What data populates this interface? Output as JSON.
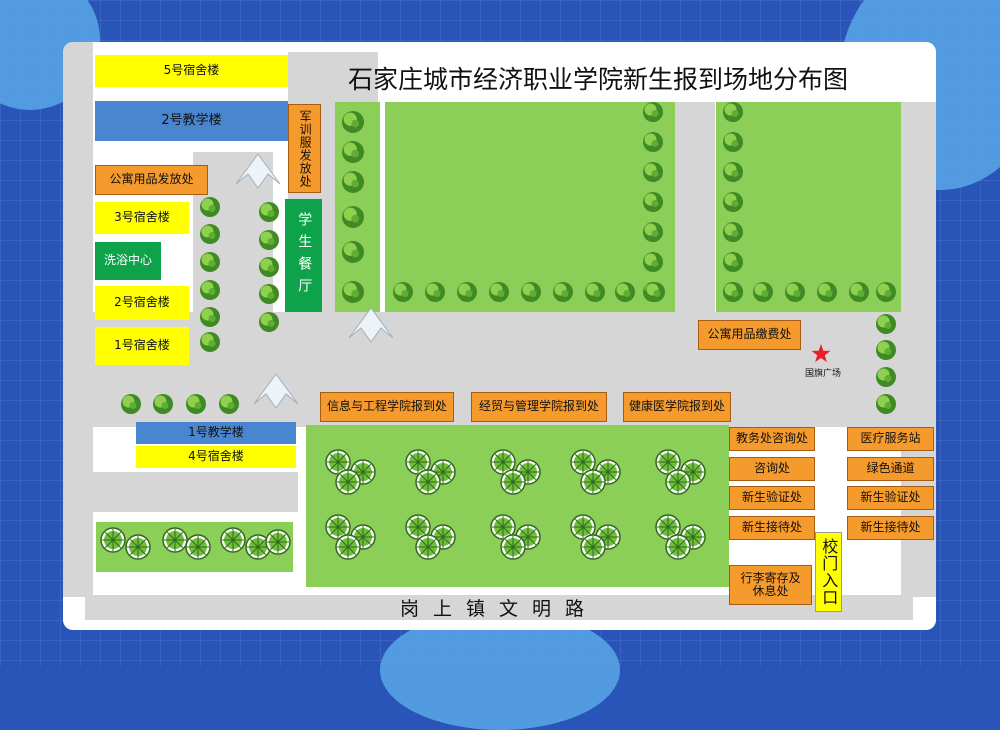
{
  "title": "石家庄城市经济职业学院新生报到场地分布图",
  "road_name": "岗上镇文明路",
  "buildings": {
    "dorm5": "5号宿舍楼",
    "teach2": "2号教学楼",
    "apartment_supply_issue": "公寓用品发放处",
    "dorm3": "3号宿舍楼",
    "bath_center": "洗浴中心",
    "dorm2": "2号宿舍楼",
    "dorm1": "1号宿舍楼",
    "military_uniform": "军训服发放处",
    "canteen": "学生餐厅",
    "teach1": "1号教学楼",
    "dorm4": "4号宿舍楼"
  },
  "points": {
    "apartment_payment": "公寓用品缴费处",
    "flag_plaza": "国旗广场",
    "info_eng": "信息与工程学院报到处",
    "econ_mgmt": "经贸与管理学院报到处",
    "health_med": "健康医学院报到处",
    "academic_inquiry": "教务处咨询处",
    "inquiry": "咨询处",
    "verify_left": "新生验证处",
    "reception_left": "新生接待处",
    "luggage": "行李寄存及休息处",
    "medical": "医疗服务站",
    "green_channel": "绿色通道",
    "verify_right": "新生验证处",
    "reception_right": "新生接待处",
    "gate": "校门入口"
  },
  "colors": {
    "background": "#2a55b8",
    "grass": "#8ccf58",
    "road": "#d6d6d6",
    "dorm": "#ffff00",
    "teaching": "#4a86cf",
    "service": "#f59a2c",
    "green_building": "#0ea34a",
    "flag_star": "#e8202a"
  },
  "icons": [
    "tree-icon",
    "tent-icon",
    "star-icon"
  ]
}
